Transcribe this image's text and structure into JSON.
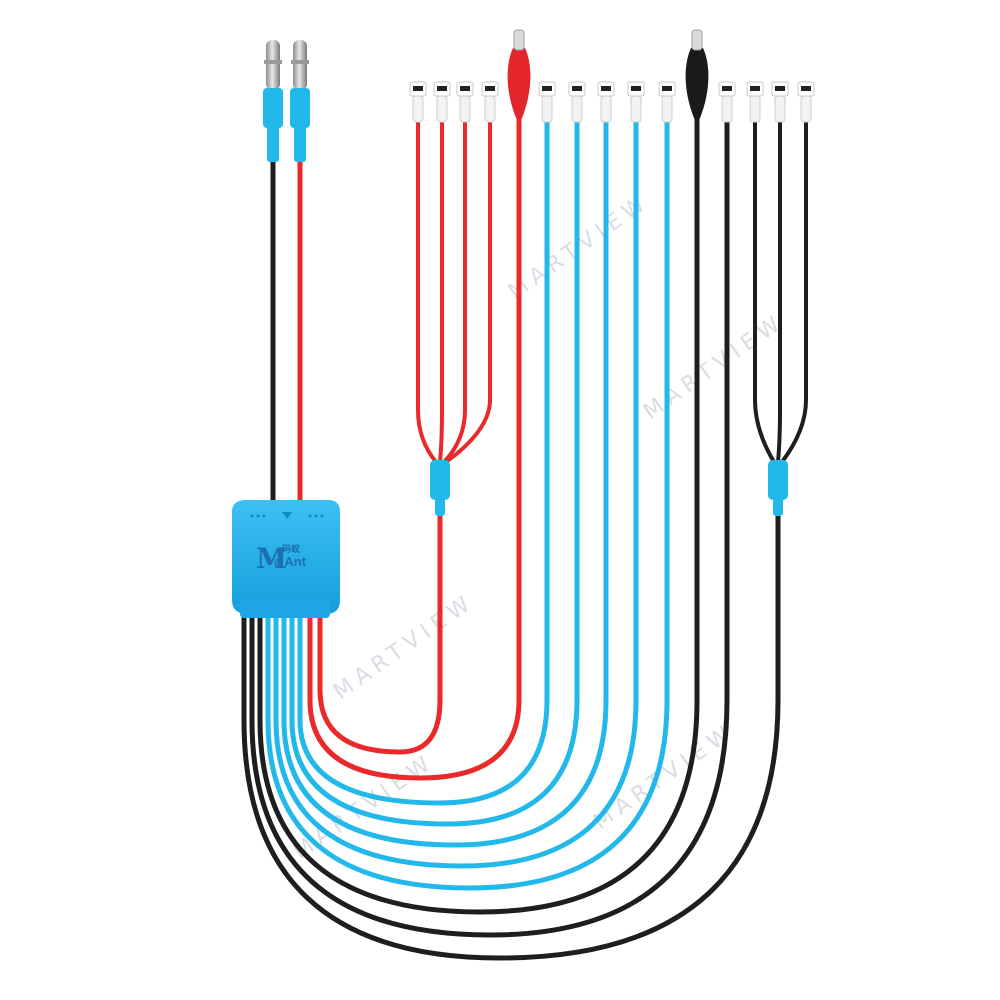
{
  "product": {
    "brand_logo": "M",
    "brand_name": "a Ant",
    "brand_tag": "码蚁"
  },
  "watermark": "MARTVIEW",
  "colors": {
    "red": "#ea2a2a",
    "blue": "#22b8ea",
    "black": "#1e1e1e",
    "hub": "#1fa9e9",
    "background": "#ffffff"
  },
  "icons": [
    "banana-plug-icon",
    "alligator-clip-icon",
    "flex-connector-icon"
  ]
}
